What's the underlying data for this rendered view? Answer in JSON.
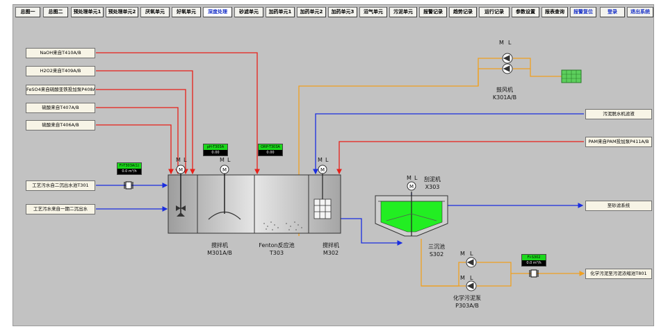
{
  "nav": {
    "buttons": [
      "总图一",
      "总图二",
      "预处理单元1",
      "预处理单元2",
      "厌氧单元",
      "好氧单元",
      "深度处理",
      "砂滤单元",
      "加药单元1",
      "加药单元2",
      "加药单元3",
      "沼气单元",
      "污泥单元",
      "报警记录",
      "趋势记录",
      "运行记录",
      "参数设置",
      "报表查询",
      "报警复位",
      "登录",
      "退出系统"
    ],
    "active": "深度处理"
  },
  "sources": {
    "naoh": "NaOH来自T410A/B",
    "h2o2": "H2O2来自T409A/B",
    "feso4": "FeSO4来自硫酸亚铁投加泵P408A/B",
    "acid": "硫酸来自T407A/B",
    "sulfuric": "硫酸来自T406A/B",
    "inlet1": "工艺污水自二沉出水池T301",
    "inlet2": "工艺污水来自一期二沉出水",
    "sludge_dewater": "污泥脱水机滤液",
    "pam": "PAM来自PAM投加泵P411A/B",
    "to_sandfilter": "至砂滤系统",
    "to_sludge_tank": "化学污泥至污泥浓缩池T801"
  },
  "labels": {
    "mixer1": "搅拌机",
    "mixer1_code": "M301A/B",
    "fenton": "Fenton反应池",
    "fenton_code": "T303",
    "mixer2": "搅拌机",
    "mixer2_code": "M302",
    "blower": "鼓风机",
    "blower_code": "K301A/B",
    "scraper": "刮泥机",
    "scraper_code": "X303",
    "clarifier": "三沉池",
    "clarifier_code": "S302",
    "pump": "化学污泥泵",
    "pump_code": "P303A/B",
    "m": "M",
    "l": "L"
  },
  "meters": {
    "m1": {
      "top": "FI-T303A(1)",
      "value": "0.0 m³/h"
    },
    "m2": {
      "top": "pH-T303A",
      "value": "0.00"
    },
    "m3": {
      "top": "ORP-T303A",
      "value": "0.00"
    },
    "m4": {
      "top": "FI-S302",
      "value": "0.0 m³/h"
    }
  },
  "colors": {
    "dosing_line": "#e8201a",
    "water_line": "#1a2de0",
    "air_line": "#f0a020",
    "tank_fill": "#cfcfcf",
    "sludge_green": "#22ee22"
  }
}
